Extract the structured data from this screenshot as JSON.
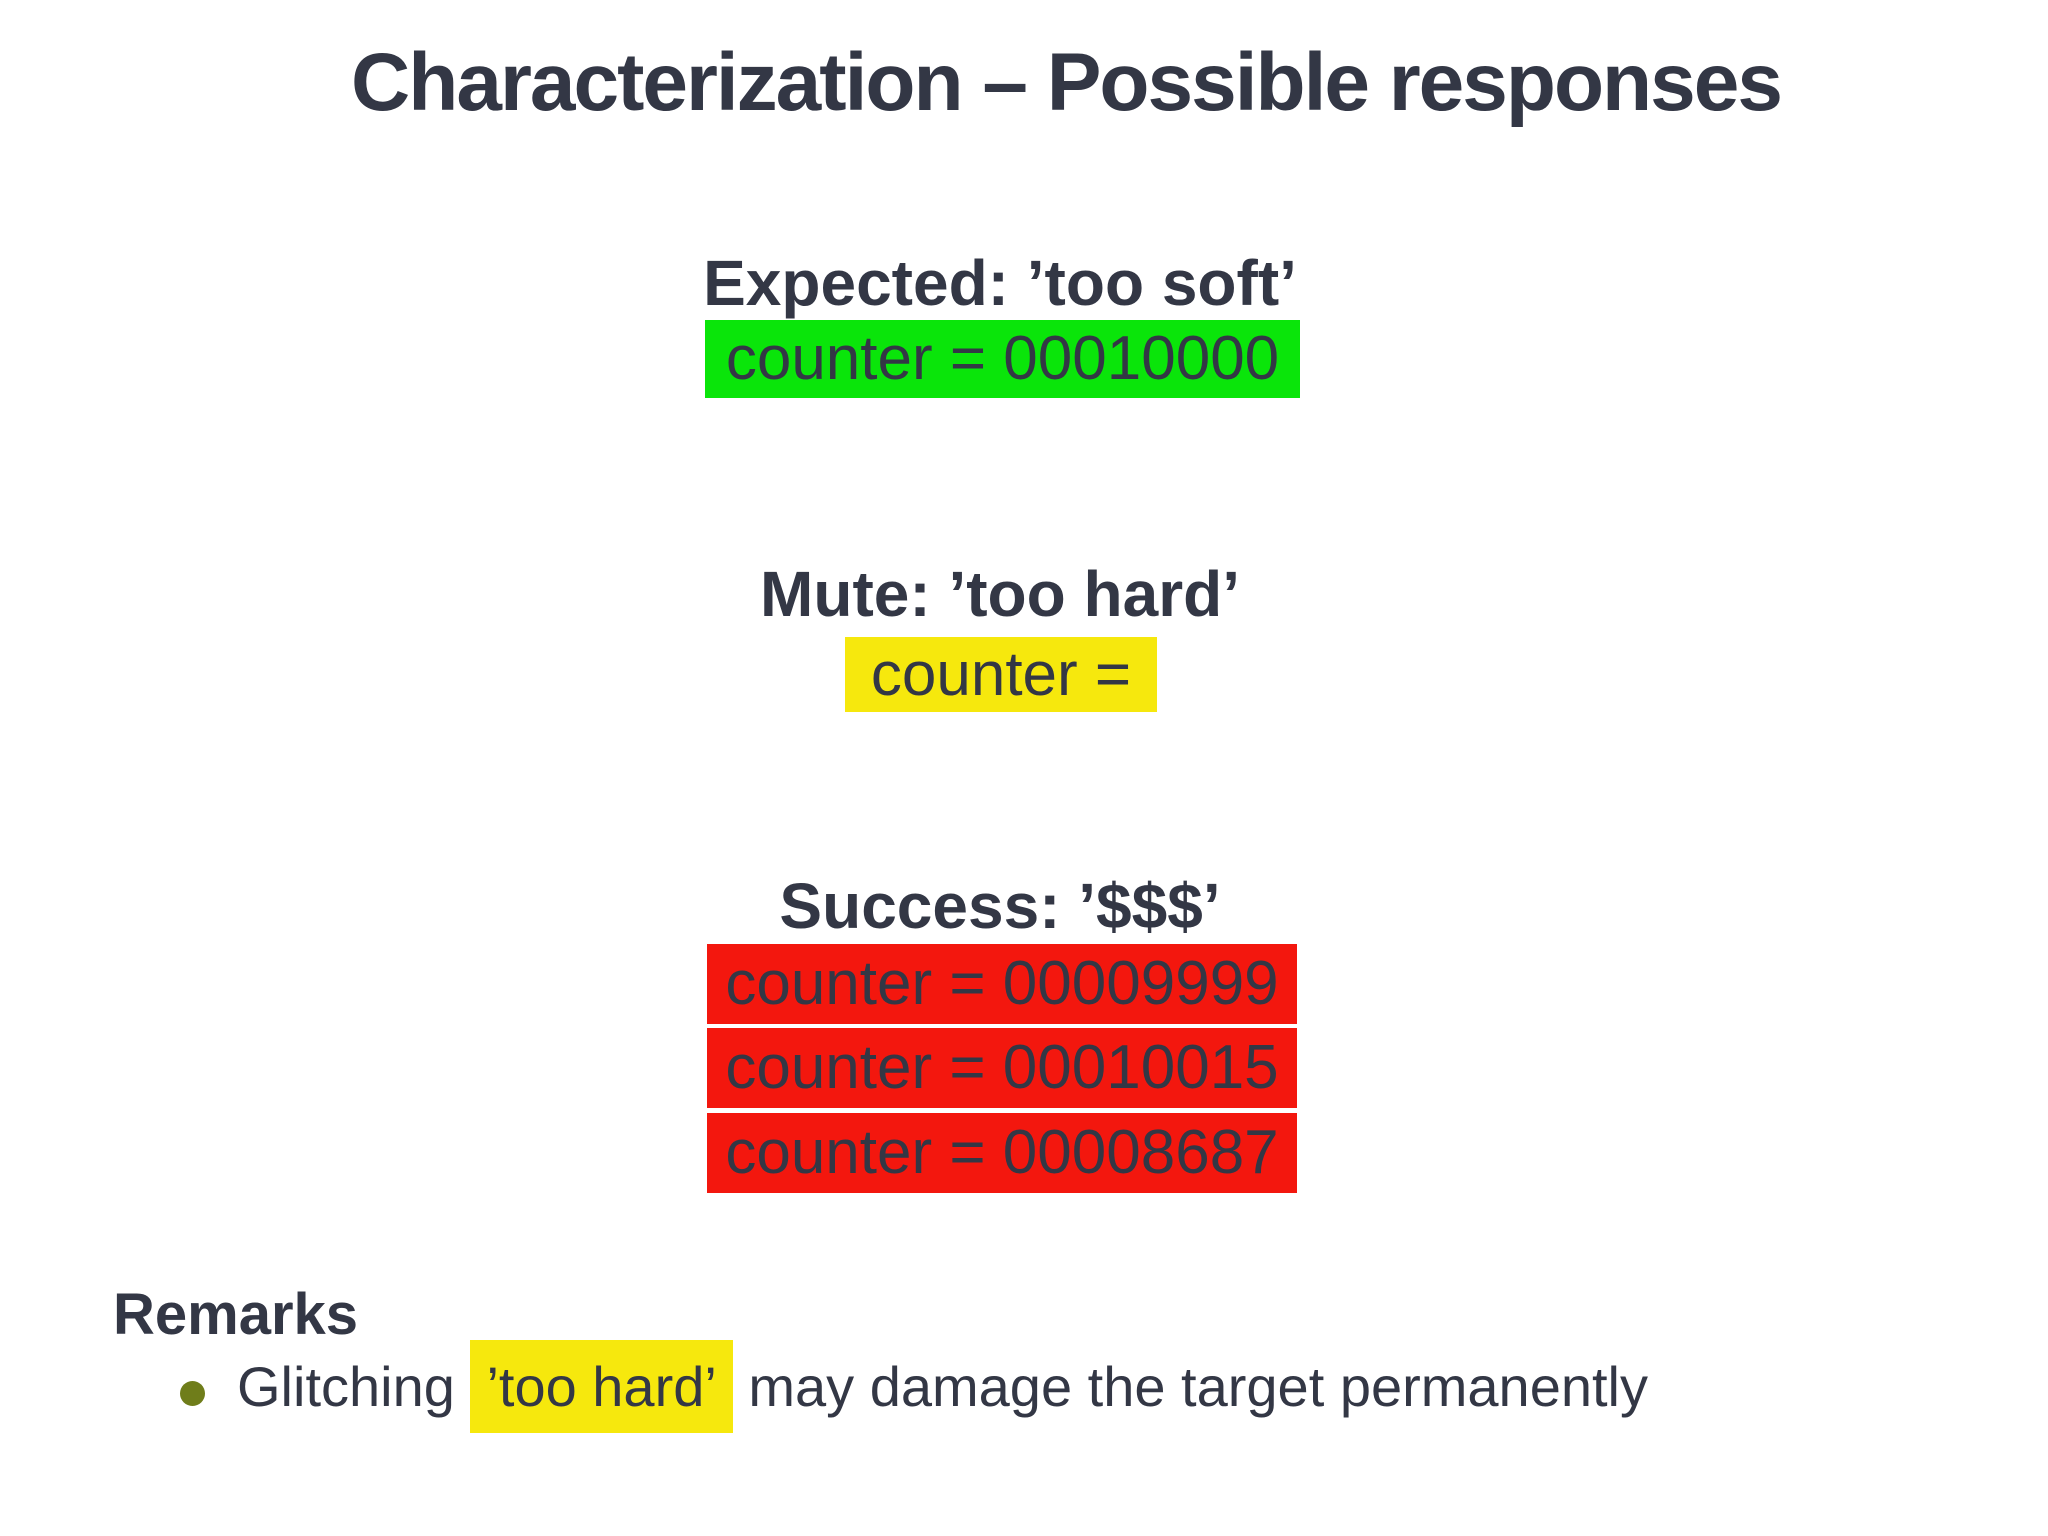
{
  "page": {
    "title": "Characterization – Possible responses",
    "background_color": "#ffffff",
    "text_color": "#333745"
  },
  "sections": [
    {
      "heading": "Expected: ’too soft’",
      "highlight_color": "#0ae50a",
      "entries": [
        "counter = 00010000"
      ]
    },
    {
      "heading": "Mute: ’too hard’",
      "highlight_color": "#f6e80d",
      "entries": [
        "counter ="
      ]
    },
    {
      "heading": "Success: ’$$$’",
      "highlight_color": "#f3170e",
      "entries": [
        "counter = 00009999",
        "counter = 00010015",
        "counter = 00008687"
      ]
    }
  ],
  "remarks": {
    "heading": "Remarks",
    "bullet": {
      "marker_color": "#6f7d1a",
      "prefix": "Glitching ",
      "highlight": "’too hard’",
      "highlight_color": "#f6e80d",
      "suffix": " may damage the target permanently"
    }
  }
}
